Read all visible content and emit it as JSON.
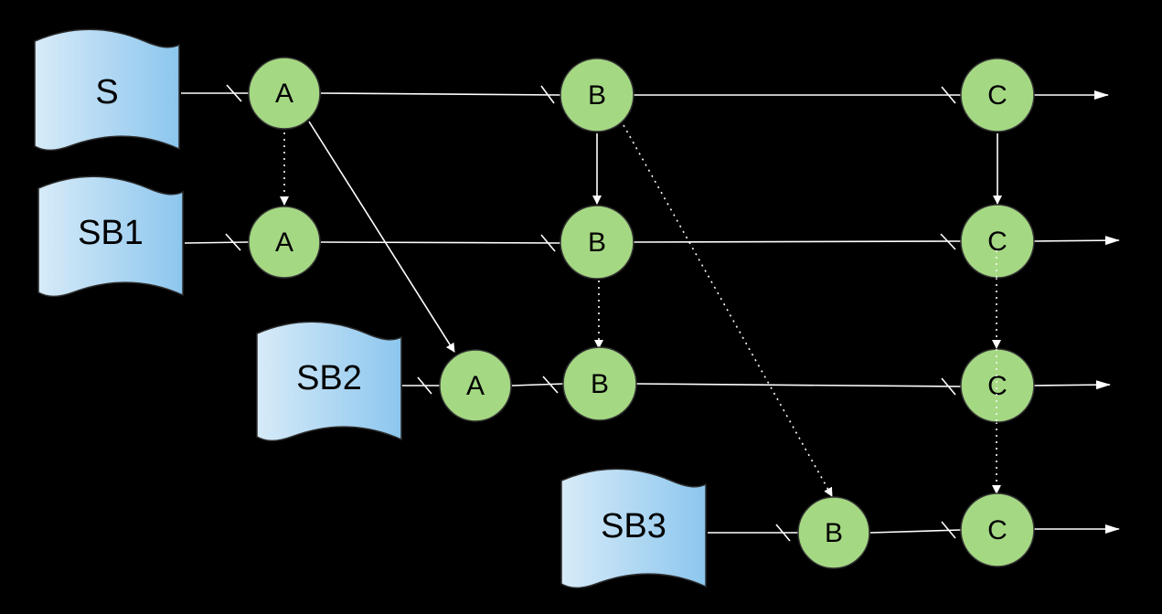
{
  "colors": {
    "background": "#000000",
    "edge": "#ffffff",
    "node_fill": "#a5d883",
    "node_stroke": "#333333",
    "stream_fill_light": "#d7ebf8",
    "stream_fill_dark": "#8cc6ee",
    "stream_stroke": "#2b2b2b"
  },
  "streams": {
    "s": {
      "label": "S"
    },
    "sb1": {
      "label": "SB1"
    },
    "sb2": {
      "label": "SB2"
    },
    "sb3": {
      "label": "SB3"
    }
  },
  "nodes": {
    "s_a": {
      "label": "A"
    },
    "s_b": {
      "label": "B"
    },
    "s_c": {
      "label": "C"
    },
    "sb1_a": {
      "label": "A"
    },
    "sb1_b": {
      "label": "B"
    },
    "sb1_c": {
      "label": "C"
    },
    "sb2_a": {
      "label": "A"
    },
    "sb2_b": {
      "label": "B"
    },
    "sb2_c": {
      "label": "C"
    },
    "sb3_b": {
      "label": "B"
    },
    "sb3_c": {
      "label": "C"
    }
  }
}
